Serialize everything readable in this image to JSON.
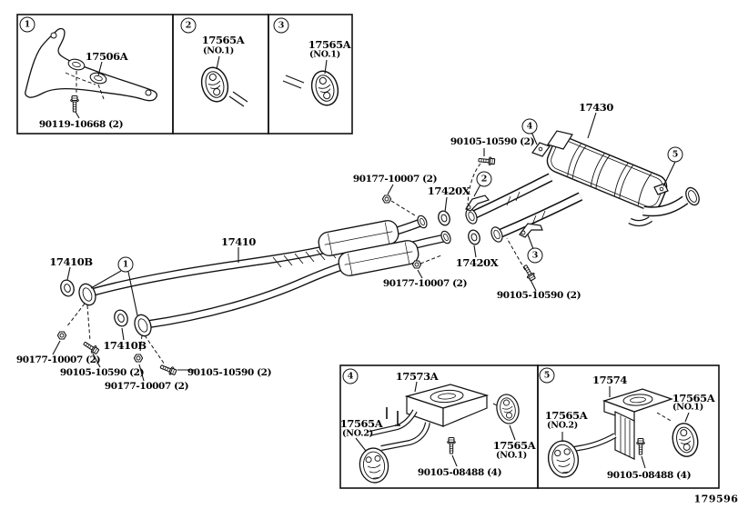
{
  "figure_code": "179596",
  "insets": {
    "b1": {
      "num": "1",
      "part": "17506A",
      "fastener": "90119-10668 (2)"
    },
    "b2": {
      "num": "2",
      "part": "17565A",
      "sub": "(NO.1)"
    },
    "b3": {
      "num": "3",
      "part": "17565A",
      "sub": "(NO.1)"
    },
    "b4": {
      "num": "4",
      "bracket": "17573A",
      "hanger_no2": "17565A",
      "hanger_no2_sub": "(NO.2)",
      "hanger_no1": "17565A",
      "hanger_no1_sub": "(NO.1)",
      "bolt": "90105-08488 (4)"
    },
    "b5": {
      "num": "5",
      "bracket": "17574",
      "hanger_no2": "17565A",
      "hanger_no2_sub": "(NO.2)",
      "hanger_no1": "17565A",
      "hanger_no1_sub": "(NO.1)",
      "bolt": "90105-08488 (4)"
    }
  },
  "main": {
    "muffler": "17430",
    "front_pipe": "17410",
    "gasket_front_1": "17410B",
    "gasket_front_2": "17410B",
    "gasket_mid_1": "17420X",
    "gasket_mid_2": "17420X",
    "bolt_top": "90105-10590 (2)",
    "bolt_right": "90105-10590 (2)",
    "bolt_left_1": "90105-10590 (2)",
    "bolt_left_2": "90105-10590 (2)",
    "nut_top": "90177-10007 (2)",
    "nut_mid": "90177-10007 (2)",
    "nut_left_1": "90177-10007 (2)",
    "nut_left_2": "90177-10007 (2)"
  },
  "callouts": {
    "c1": "1",
    "c2": "2",
    "c3": "3",
    "c4": "4",
    "c5": "5"
  },
  "colors": {
    "line": "#111111",
    "bg": "#ffffff"
  }
}
